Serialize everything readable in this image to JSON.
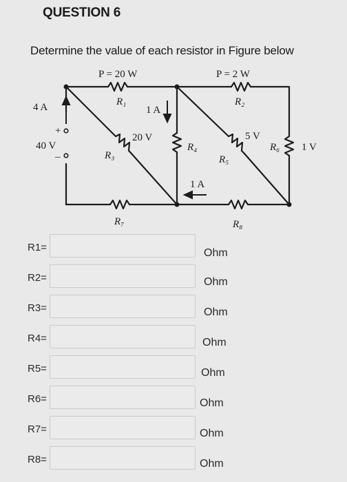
{
  "question": {
    "title": "QUESTION 6",
    "prompt": "Determine the value of each resistor in Figure below"
  },
  "figure": {
    "p_left": "P = 20 W",
    "p_right": "P = 2 W",
    "r1": "R₁",
    "r2": "R₂",
    "r3": "R₃",
    "r4": "R₄",
    "r5": "R₅",
    "r6": "R₆",
    "r7": "R₇",
    "r8": "R₈",
    "current_source": "4 A",
    "voltage_source": "40 V",
    "plus": "+",
    "minus": "–",
    "current_mid": "1 A",
    "voltage_r3": "20 V",
    "voltage_r5": "5 V",
    "current_r6": "1 V",
    "current_bottom": "1 A"
  },
  "answers": [
    {
      "label": "R1=",
      "value": "",
      "unit": "Ohm"
    },
    {
      "label": "R2=",
      "value": "",
      "unit": "Ohm"
    },
    {
      "label": "R3=",
      "value": "",
      "unit": "Ohm"
    },
    {
      "label": "R4=",
      "value": "",
      "unit": "Ohm"
    },
    {
      "label": "R5=",
      "value": "",
      "unit": "Ohm"
    },
    {
      "label": "R6=",
      "value": "",
      "unit": "Ohm"
    },
    {
      "label": "R7=",
      "value": "",
      "unit": "Ohm"
    },
    {
      "label": "R8=",
      "value": "",
      "unit": "Ohm"
    }
  ]
}
